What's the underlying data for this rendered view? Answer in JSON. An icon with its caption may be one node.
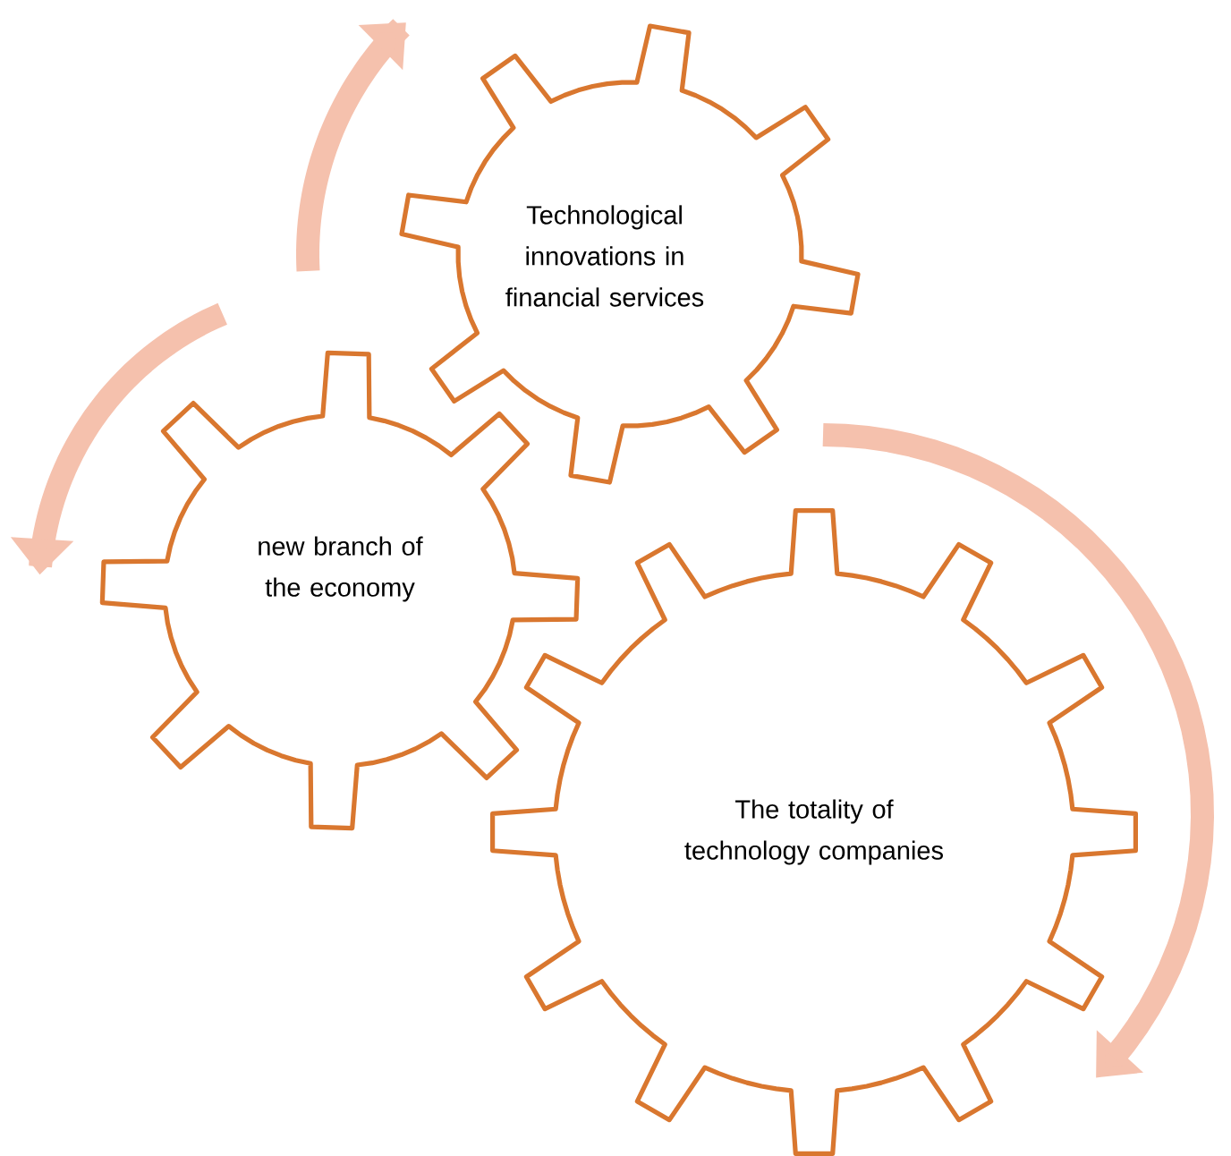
{
  "diagram": {
    "nodes": [
      {
        "text": [
          "Technological innovations in financial services"
        ]
      },
      {
        "text": [
          "new branch of the economy"
        ]
      },
      {
        "text": [
          "The totality of technology companies"
        ]
      }
    ]
  }
}
